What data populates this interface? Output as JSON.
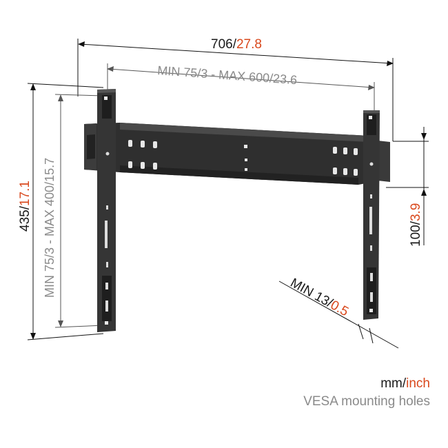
{
  "dimensions": {
    "overall_width": {
      "mm": "706",
      "separator": "/",
      "inch": "27.8"
    },
    "vesa_horizontal": "MIN 75/3 - MAX 600/23.6",
    "overall_height": {
      "mm": "435",
      "separator": "/",
      "inch": "17.1"
    },
    "vesa_vertical": "MIN 75/3 - MAX 400/15.7",
    "side_offset": {
      "mm": "100",
      "separator": "/",
      "inch": "3.9"
    },
    "wall_distance": {
      "prefix": "MIN 13",
      "separator": "/",
      "inch": "0.5"
    }
  },
  "legend": {
    "unit_mm": "mm",
    "unit_separator": "/",
    "unit_inch": "inch",
    "vesa_note": "VESA mounting holes"
  },
  "colors": {
    "accent": "#d9481c",
    "text": "#1a1a1a",
    "vesa_text": "#8a8a8a",
    "bracket": "#3a3a3a"
  }
}
